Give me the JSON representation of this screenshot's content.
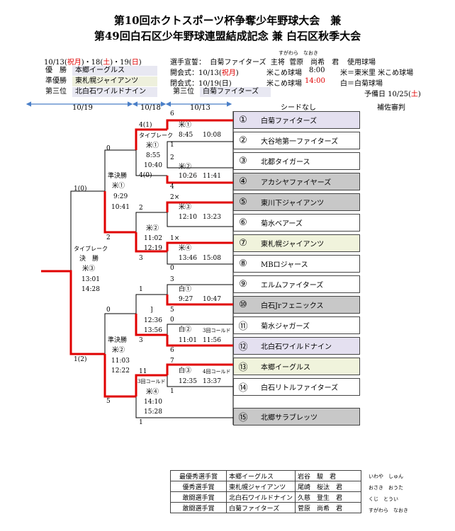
{
  "title": {
    "line1": "第10回ホクトスポーツ杯争奪少年野球大会　兼",
    "line2": "第49回白石区少年野球連盟結成記念 兼 白石区秋季大会"
  },
  "info": {
    "dates_prefix": "10/13(",
    "dates_holiday": "祝月",
    "dates_mid": ")・18(",
    "dates_sat": "土",
    "dates_mid2": ")・19(",
    "dates_sun": "日",
    "dates_end": ")",
    "oath_label": "選手宣誓：",
    "oath_team": "白菊ファイターズ",
    "oath_role": "主将",
    "oath_name": "菅原　尚希　君",
    "oath_ruby": "すがわら　なおき",
    "venue_label": "使用球場",
    "opening_label": "開会式",
    "opening_date_a": "：10/13(",
    "opening_date_h": "祝月",
    "opening_date_b": ")",
    "opening_field": "米こめ球場",
    "opening_time": "8:00",
    "closing_label": "閉会式",
    "closing_date": "：10/19(日)",
    "closing_field": "米こめ球場",
    "closing_time": "14:00",
    "venue1": "米＝東米里 米こめ球場",
    "venue2": "白＝白菊球場",
    "reserve": "予備日 10/25(",
    "reserve_day": "土",
    "reserve_end": ")",
    "seed": "シードなし",
    "umpire": "補佐審判"
  },
  "results": [
    {
      "label": "優　勝",
      "team": "本郷イーグルス"
    },
    {
      "label": "準優勝",
      "team": "東札幌ジャイアンツ"
    },
    {
      "label": "第三位",
      "team": "北白石ワイルドナイン"
    },
    {
      "label": "第三位",
      "team": "白菊ファイターズ"
    }
  ],
  "round_dates": [
    "10/19",
    "10/18",
    "10/13"
  ],
  "teams": [
    {
      "num": "①",
      "name": "白菊ファイターズ",
      "color": "#e4e0f0"
    },
    {
      "num": "②",
      "name": "大谷地第一ファイターズ",
      "color": "#ffffff"
    },
    {
      "num": "③",
      "name": "北都タイガース",
      "color": "#ffffff"
    },
    {
      "num": "④",
      "name": "アカシヤファイヤーズ",
      "color": "#c8c8c8"
    },
    {
      "num": "⑤",
      "name": "東川下ジャイアンツ",
      "color": "#c8c8c8"
    },
    {
      "num": "⑥",
      "name": "菊水ベアーズ",
      "color": "#ffffff"
    },
    {
      "num": "⑦",
      "name": "東札幌ジャイアンツ",
      "color": "#f0f3dc"
    },
    {
      "num": "⑧",
      "name": "MBロジャース",
      "color": "#ffffff"
    },
    {
      "num": "⑨",
      "name": "エルムファイターズ",
      "color": "#ffffff"
    },
    {
      "num": "⑩",
      "name": "白石Jrフェニックス",
      "color": "#c8c8c8"
    },
    {
      "num": "⑪",
      "name": "菊水ジャガーズ",
      "color": "#ffffff"
    },
    {
      "num": "⑫",
      "name": "北白石ワイルドナイン",
      "color": "#e4e0f0"
    },
    {
      "num": "⑬",
      "name": "本郷イーグルス",
      "color": "#f0f3dc"
    },
    {
      "num": "⑭",
      "name": "白石リトルファイターズ",
      "color": "#ffffff"
    },
    {
      "num": "⑮",
      "name": "北郷サラブレッツ",
      "color": "#c8c8c8"
    }
  ],
  "bracket_labels": {
    "s1": "6",
    "s2": "1",
    "s3": "2",
    "s4": "4",
    "g1": "米①",
    "g1a": "8:45",
    "g1b": "10:08",
    "g2": "米②",
    "g2a": "10:26",
    "g2b": "11:41",
    "q1_tb": "タイブレーク",
    "q1_top": "4(1)",
    "q1_g": "米①",
    "q1_a": "8:55",
    "q1_b": "10:40",
    "q1_bot": "4(0)",
    "s5": "2×",
    "s6": "1×",
    "s7": "0",
    "g3": "米③",
    "g3a": "12:10",
    "g3b": "13:23",
    "g4": "米④",
    "g4a": "13:46",
    "g4b": "15:08",
    "q2_top": "2",
    "q2_g": "米②",
    "q2_a": "11:02",
    "q2_b": "12:19",
    "q2_bot": "3",
    "sf1": "準決勝",
    "sf1_g": "米①",
    "sf1_a": "9:29",
    "sf1_b": "10:41",
    "sf1_top": "0",
    "sf1_bot": "2",
    "f_tb": "タイブレーク",
    "f": "決　勝",
    "f_g": "米③",
    "f_a": "13:01",
    "f_b": "14:28",
    "f_top": "1(0)",
    "f_bot": "1(2)",
    "s8": "3",
    "s9": "0",
    "s10": "5",
    "s11": "6",
    "g5": "白①",
    "g5a": "9:27",
    "g5b": "10:47",
    "g6": "白②",
    "g6_note": "3回コールド",
    "g6a": "11:01",
    "g6b": "11:56",
    "q3_top": "1",
    "q3_mark": "]",
    "q3_a": "12:36",
    "q3_b": "13:56",
    "q3_bot": "3",
    "s12": "7",
    "s13": "1",
    "g7": "白③",
    "g7_note": "4回コールド",
    "g7a": "12:35",
    "g7b": "13:37",
    "q4_top": "11",
    "q4_note": "3回コールド",
    "q4_g": "米④",
    "q4_a": "14:10",
    "q4_b": "15:28",
    "q4_bot": "1",
    "sf2": "準決勝",
    "sf2_g": "米②",
    "sf2_a": "11:03",
    "sf2_b": "12:22",
    "sf2_top": "0",
    "sf2_bot": "5"
  },
  "awards": [
    {
      "title": "最優秀選手賞",
      "team": "本郷イーグルス",
      "name": "岩谷　駿　君",
      "ruby": "いわや　しゅん"
    },
    {
      "title": "優秀選手賞",
      "team": "東札幌ジャイアンツ",
      "name": "尾崎　桜汰　君",
      "ruby": "おさき　おうた"
    },
    {
      "title": "敢闘選手賞",
      "team": "北白石ワイルドナイン",
      "name": "久慈　登生　君",
      "ruby": "くじ　とうい"
    },
    {
      "title": "敢闘選手賞",
      "team": "白菊ファイターズ",
      "name": "菅原　尚希　君",
      "ruby": "すがわら　なおき"
    }
  ],
  "colors": {
    "win_line": "#e00000",
    "line": "#000000",
    "arrow": "#4a7fc8"
  }
}
